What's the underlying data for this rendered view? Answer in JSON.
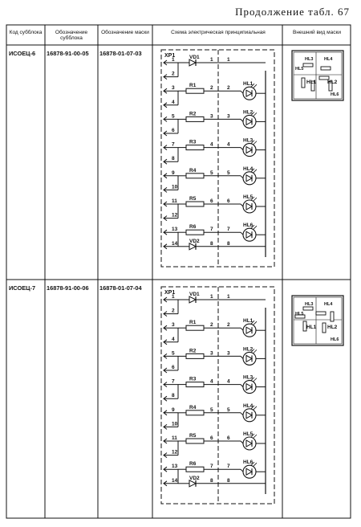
{
  "continuation": "Продолжение табл. 67",
  "headers": {
    "code": "Код субблока",
    "designation": "Обозначение субблока",
    "mask_designation": "Обозначение маски",
    "schematic": "Схема электрическая принципиальная",
    "appearance": "Внешний вид маски"
  },
  "rows": [
    {
      "code": "ИСОЕЦ-6",
      "designation": "16878-91-00-05",
      "mask": "16878-01-07-03",
      "connector": "XP1",
      "diode_top": "VD1",
      "diode_bottom": "VD2",
      "pins": [
        "1",
        "2",
        "3",
        "4",
        "5",
        "6",
        "7",
        "8",
        "9",
        "10",
        "11",
        "12",
        "13",
        "14"
      ],
      "resistors": [
        "R1",
        "R2",
        "R3",
        "R4",
        "R5",
        "R6"
      ],
      "leds": [
        "HL1",
        "HL2",
        "HL3",
        "HL4",
        "HL5",
        "HL6"
      ],
      "nodes": [
        "1",
        "2",
        "3",
        "4",
        "5",
        "6",
        "7",
        "8"
      ],
      "mask_labels": [
        "HL1",
        "HL2",
        "HL3",
        "HL4",
        "HL5",
        "HL6"
      ]
    },
    {
      "code": "ИСОЕЦ-7",
      "designation": "16878-91-00-06",
      "mask": "16878-01-07-04",
      "connector": "XP1",
      "diode_top": "VD1",
      "diode_bottom": "VD2",
      "pins": [
        "1",
        "2",
        "3",
        "4",
        "5",
        "6",
        "7",
        "8",
        "9",
        "10",
        "11",
        "12",
        "13",
        "14"
      ],
      "resistors": [
        "R1",
        "R2",
        "R3",
        "R4",
        "R5",
        "R6"
      ],
      "leds": [
        "HL1",
        "HL2",
        "HL3",
        "HL4",
        "HL5",
        "HL6"
      ],
      "nodes": [
        "1",
        "2",
        "3",
        "4",
        "5",
        "6",
        "7",
        "8"
      ],
      "mask_labels": [
        "HL1",
        "HL2",
        "HL3",
        "HL4",
        "HL5",
        "HL6"
      ]
    }
  ]
}
